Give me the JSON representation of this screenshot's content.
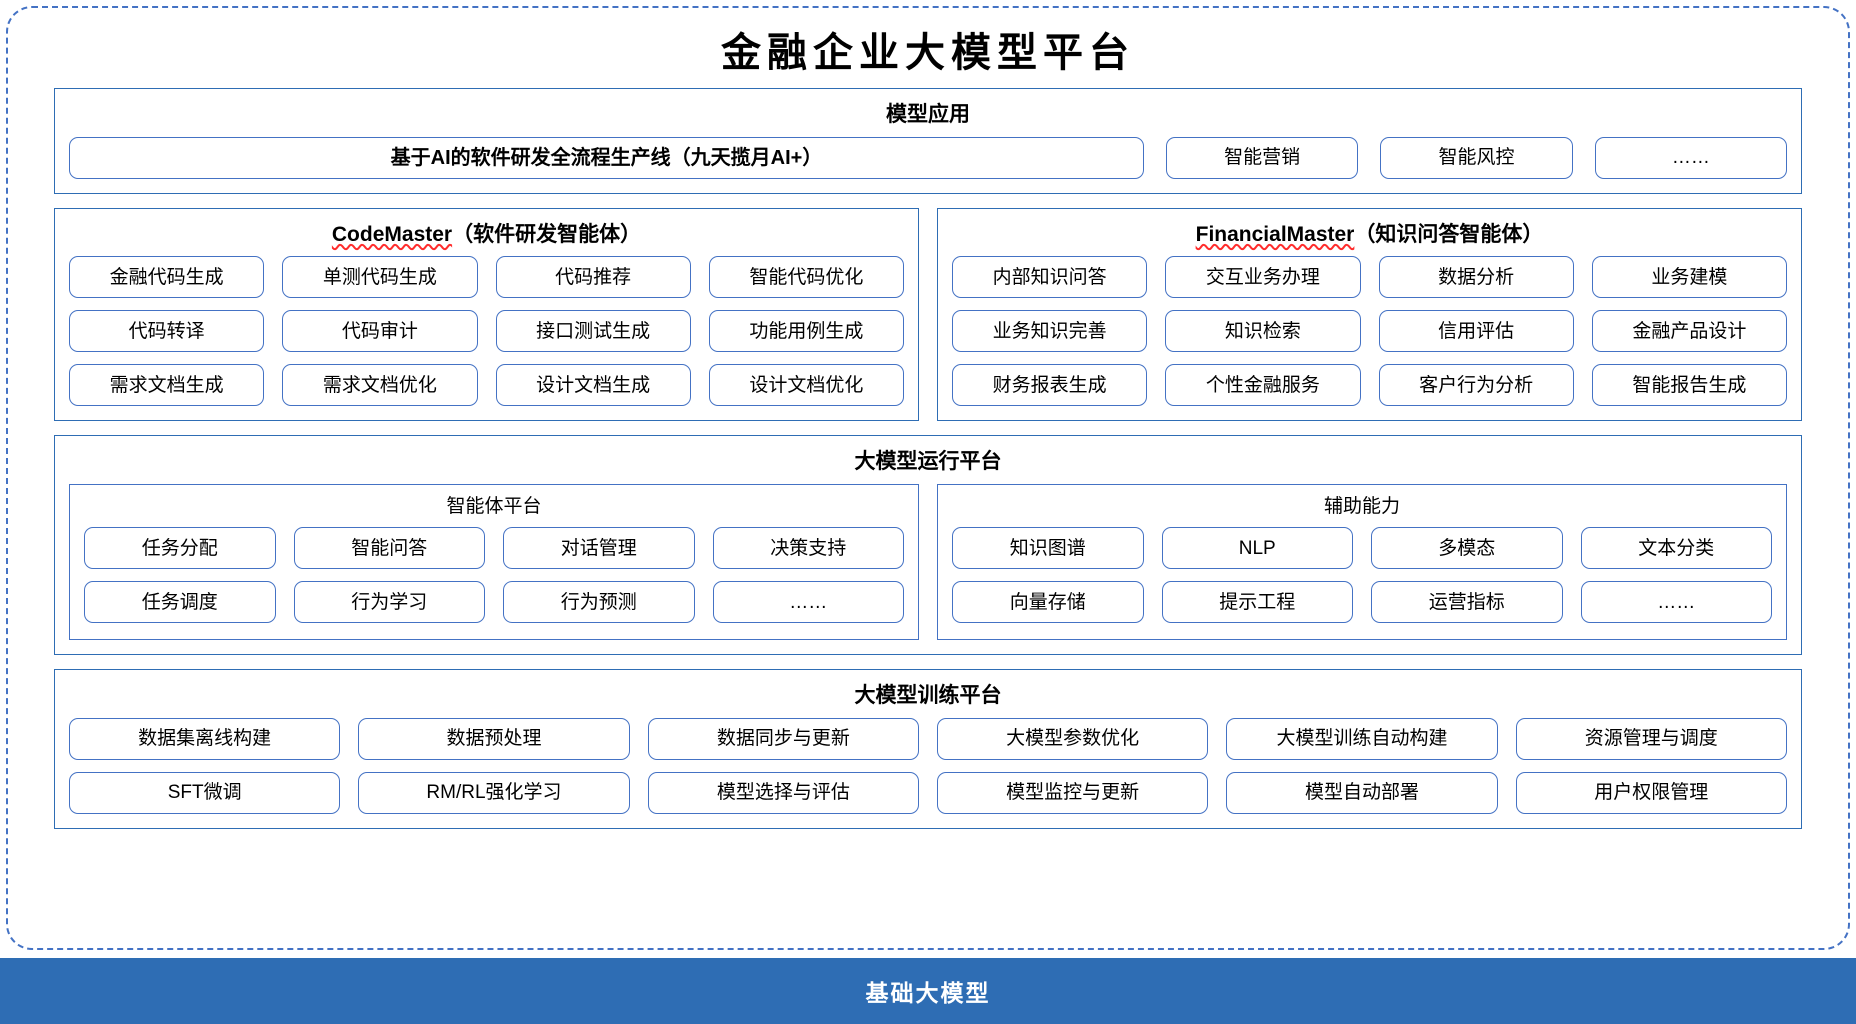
{
  "title": "金融企业大模型平台",
  "model_application": {
    "section_title": "模型应用",
    "banner": "基于AI的软件研发全流程生产线（九天揽月AI+）",
    "items": [
      "智能营销",
      "智能风控",
      "……"
    ]
  },
  "agents": [
    {
      "name_en": "CodeMaster",
      "name_cn": "（软件研发智能体）",
      "rows": [
        [
          "金融代码生成",
          "单测代码生成",
          "代码推荐",
          "智能代码优化"
        ],
        [
          "代码转译",
          "代码审计",
          "接口测试生成",
          "功能用例生成"
        ],
        [
          "需求文档生成",
          "需求文档优化",
          "设计文档生成",
          "设计文档优化"
        ]
      ]
    },
    {
      "name_en": "FinancialMaster",
      "name_cn": "（知识问答智能体）",
      "rows": [
        [
          "内部知识问答",
          "交互业务办理",
          "数据分析",
          "业务建模"
        ],
        [
          "业务知识完善",
          "知识检索",
          "信用评估",
          "金融产品设计"
        ],
        [
          "财务报表生成",
          "个性金融服务",
          "客户行为分析",
          "智能报告生成"
        ]
      ]
    }
  ],
  "runtime_platform": {
    "section_title": "大模型运行平台",
    "halves": [
      {
        "title": "智能体平台",
        "rows": [
          [
            "任务分配",
            "智能问答",
            "对话管理",
            "决策支持"
          ],
          [
            "任务调度",
            "行为学习",
            "行为预测",
            "……"
          ]
        ]
      },
      {
        "title": "辅助能力",
        "rows": [
          [
            "知识图谱",
            "NLP",
            "多模态",
            "文本分类"
          ],
          [
            "向量存储",
            "提示工程",
            "运营指标",
            "……"
          ]
        ]
      }
    ]
  },
  "training_platform": {
    "section_title": "大模型训练平台",
    "rows": [
      [
        "数据集离线构建",
        "数据预处理",
        "数据同步与更新",
        "大模型参数优化",
        "大模型训练自动构建",
        "资源管理与调度"
      ],
      [
        "SFT微调",
        "RM/RL强化学习",
        "模型选择与评估",
        "模型监控与更新",
        "模型自动部署",
        "用户权限管理"
      ]
    ]
  },
  "base_bar": {
    "label": "基础大模型"
  },
  "colors": {
    "frame_blue": "#4472C4",
    "section_blue": "#2E6DB4",
    "base_bar_blue": "#2E6DB4",
    "spellcheck_red": "#FF2D2D"
  }
}
